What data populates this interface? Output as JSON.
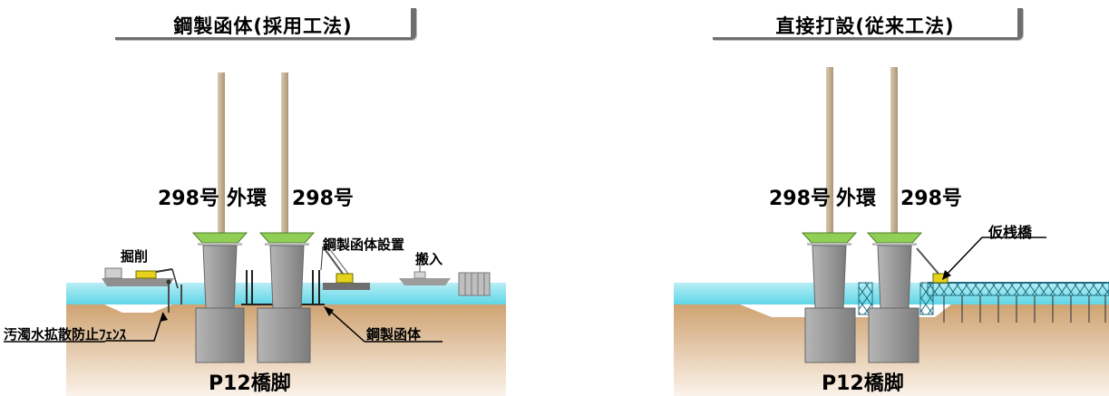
{
  "left": {
    "title": "鋼製函体(採用工法)",
    "labels": {
      "route_a": "298号",
      "route_center": "外環",
      "route_b": "298号",
      "excavation": "掘削",
      "caisson_install": "鋼製函体設置",
      "delivery": "搬入",
      "silt_fence": "汚濁水拡散防止ﾌｪﾝｽ",
      "steel_caisson": "鋼製函体",
      "pier": "P12橋脚"
    }
  },
  "right": {
    "title": "直接打設(従来工法)",
    "labels": {
      "route_a": "298号",
      "route_center": "外環",
      "route_b": "298号",
      "temp_bridge": "仮桟橋",
      "pier": "P12橋脚"
    }
  },
  "colors": {
    "water": "#5fd6e6",
    "water_light": "#c7f2f8",
    "soil_top": "#cfa372",
    "soil_bottom": "#fbf3ea",
    "pier": "#9a9a9a",
    "pier_cap": "#94d45a",
    "column": "#c3b091",
    "steel_frame": "#2f8fa0"
  }
}
